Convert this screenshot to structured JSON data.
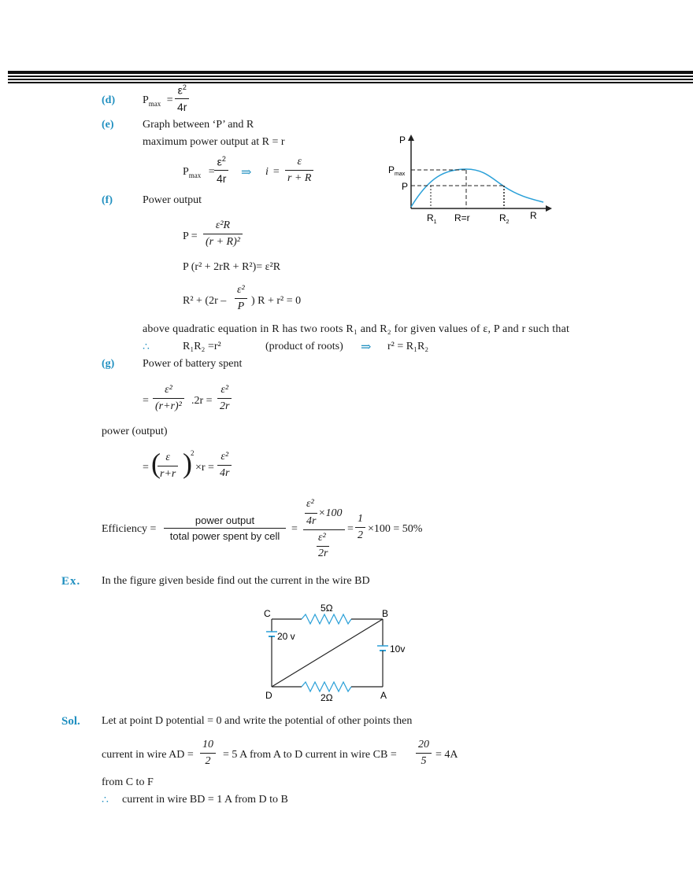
{
  "d": {
    "label": "(d)",
    "p": "P",
    "sub": "max",
    "eq": "=",
    "num": "ε",
    "num_sup": "2",
    "den": "4r"
  },
  "e": {
    "label": "(e)",
    "line1": "Graph between ‘P’ and R",
    "line2": "maximum power output at R = r",
    "p": "P",
    "sub": "max",
    "eq": "=",
    "num": "ε",
    "num_sup": "2",
    "den": "4r",
    "implies": "⇒",
    "i": "i",
    "eq2": "=",
    "num2": "ε",
    "den2": "r + R"
  },
  "graph": {
    "y_axis": "P",
    "x_axis": "R",
    "pmax": "P",
    "pmax_sub": "max",
    "p": "P",
    "r1": "R",
    "r1_sub": "1",
    "rr": "R=r",
    "r2": "R",
    "r2_sub": "2",
    "color": "#2aa0d8"
  },
  "f": {
    "label": "(f)",
    "title": "Power output",
    "p_eq": "P =",
    "num": "ε²R",
    "den": "(r + R)²",
    "line2": "P (r² + 2rR + R²)= ε²R",
    "line3_a": "R² + (2r –",
    "line3_num": "ε²",
    "line3_den": "P",
    "line3_b": ") R + r² = 0",
    "roots": "above quadratic equation in R has two roots R₁ and R₂ for given values of ε, P and r such that",
    "therefore": "∴",
    "prod_a": "R₁R₂ =r²",
    "prod_b": "(product of roots)",
    "implies": "⇒",
    "prod_c": "r² = R₁R₂"
  },
  "g": {
    "label": "(g)",
    "title": "Power of battery spent",
    "eq": "=",
    "num1": "ε²",
    "den1": "(r+r)²",
    "mid": ".2r =",
    "num2": "ε²",
    "den2": "2r",
    "output_label": "power (output)",
    "eq2": "=",
    "paren_num": "ε",
    "paren_den": "r+r",
    "paren_sup": "2",
    "times_r": "×r =",
    "num3": "ε²",
    "den3": "4r"
  },
  "efficiency": {
    "label": "Efficiency =",
    "num": "power output",
    "den": "total power spent by cell",
    "eq": "=",
    "cnum_top": "ε²",
    "cnum_bot": "4r",
    "times100": "×100",
    "cden_top": "ε²",
    "cden_bot": "2r",
    "eq2": "=",
    "half_num": "1",
    "half_den": "2",
    "result": "×100 = 50%"
  },
  "ex": {
    "label": "Ex.",
    "text": "In the figure given beside find out the current in the wire BD"
  },
  "circuit": {
    "c": "C",
    "b": "B",
    "d": "D",
    "a": "A",
    "r_top": "5Ω",
    "r_bottom": "2Ω",
    "v_left": "20 v",
    "v_right": "10v",
    "color": "#2aa0d8"
  },
  "sol": {
    "label": "Sol.",
    "line1": "Let at point D potential = 0 and write the potential of other points then",
    "l2_a": "current in wire AD =",
    "l2_num": "10",
    "l2_den": "2",
    "l2_b": "= 5 A from A to D current in wire CB =",
    "l2_num2": "20",
    "l2_den2": "5",
    "l2_c": "= 4A",
    "line3": "from C to F",
    "therefore": "∴",
    "line4": "current in wire BD = 1 A from D to B"
  }
}
